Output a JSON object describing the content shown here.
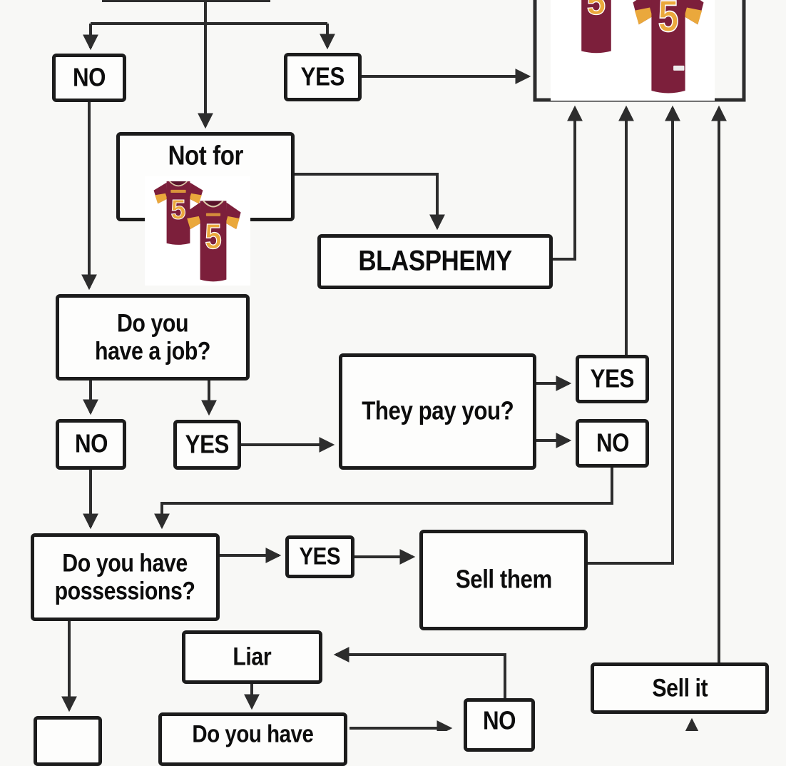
{
  "diagram": {
    "background": "#f8f8f6",
    "line_color": "#2d2d2d",
    "box_border_color": "#1c1c1c",
    "box_background": "#fdfdfc",
    "nodes": {
      "no_top": "NO",
      "yes_top": "YES",
      "not_for": "Not for",
      "blasphemy": "BLASPHEMY",
      "have_job": "Do you\nhave a job?",
      "job_no": "NO",
      "job_yes": "YES",
      "they_pay": "They pay you?",
      "pay_yes": "YES",
      "pay_no": "NO",
      "possessions": "Do you have\npossessions?",
      "poss_yes": "YES",
      "sell_them": "Sell them",
      "liar": "Liar",
      "do_you_have": "Do you have",
      "no_bottom": "NO",
      "sell_it": "Sell it"
    },
    "jersey": {
      "number": "5",
      "primary_color": "#7c1f3b",
      "accent_color": "#eaa83c"
    }
  }
}
